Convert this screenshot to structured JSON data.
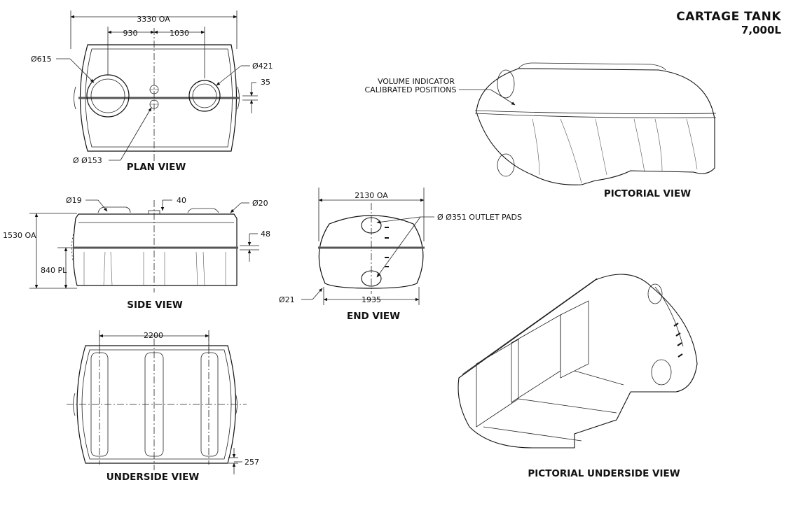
{
  "title": {
    "main": "CARTAGE TANK",
    "sub": "7,000L"
  },
  "views": {
    "plan": "PLAN VIEW",
    "side": "SIDE VIEW",
    "underside": "UNDERSIDE VIEW",
    "end": "END VIEW",
    "pictorial": "PICTORIAL VIEW",
    "pictorial_underside": "PICTORIAL UNDERSIDE VIEW"
  },
  "dimensions": {
    "plan_overall": "3330 OA",
    "plan_930": "930",
    "plan_1030": "1030",
    "plan_d615": "Ø615",
    "plan_d421": "Ø421",
    "plan_35": "35",
    "plan_d153": "Ø Ø153",
    "side_d19": "Ø19",
    "side_40": "40",
    "side_d20": "Ø20",
    "side_1530": "1530 OA",
    "side_48": "48",
    "side_840": "840 PL",
    "end_2130": "2130 OA",
    "end_d351": "Ø Ø351 OUTLET PADS",
    "end_d21": "Ø21",
    "end_1935": "1935",
    "under_2200": "2200",
    "under_257": "257"
  },
  "annotations": {
    "volume_line1": "VOLUME INDICATOR",
    "volume_line2": "CALIBRATED POSITIONS"
  }
}
